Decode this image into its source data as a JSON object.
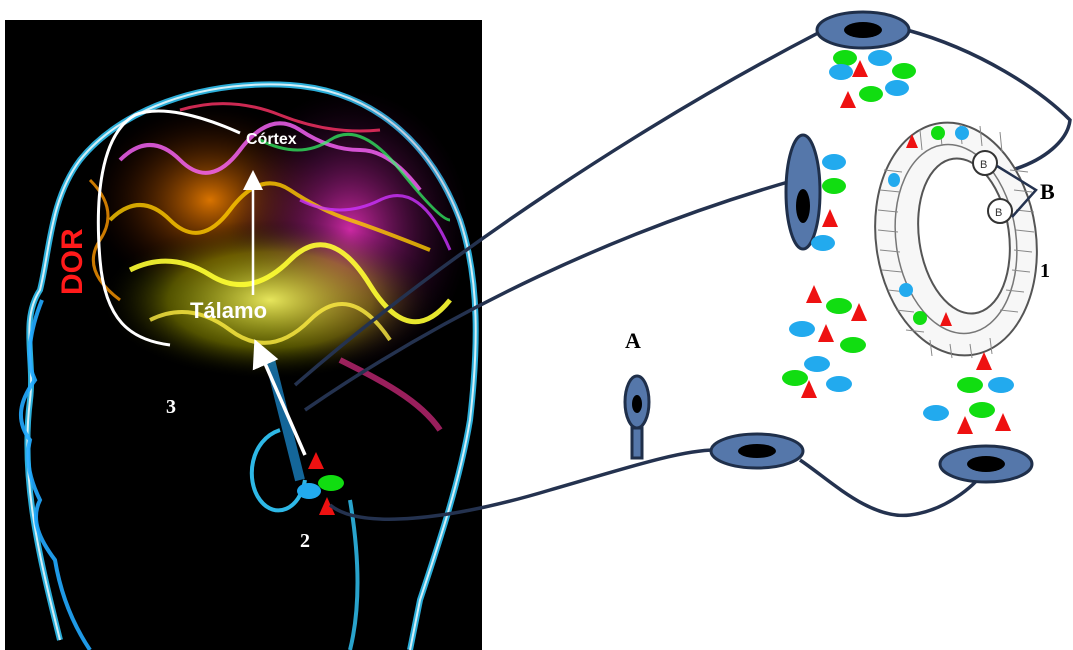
{
  "labels": {
    "cortex": "Córtex",
    "talamo": "Tálamo",
    "dor": "DOR",
    "num1": "1",
    "num2": "2",
    "num3": "3",
    "label_a": "A",
    "label_b": "B",
    "cell_b": "B"
  },
  "colors": {
    "neuron_fill": "#5577aa",
    "neuron_stroke": "#1f2f4a",
    "axon": "#24324f",
    "triangle": "#ee1111",
    "green": "#11dd11",
    "blue": "#22aaee",
    "dor": "#ff1a1a",
    "panel_bg": "#000000"
  },
  "icons": [
    "brain-head-image",
    "neuron-soma-icon",
    "sensory-receptor-icon",
    "mast-cell-icon"
  ]
}
